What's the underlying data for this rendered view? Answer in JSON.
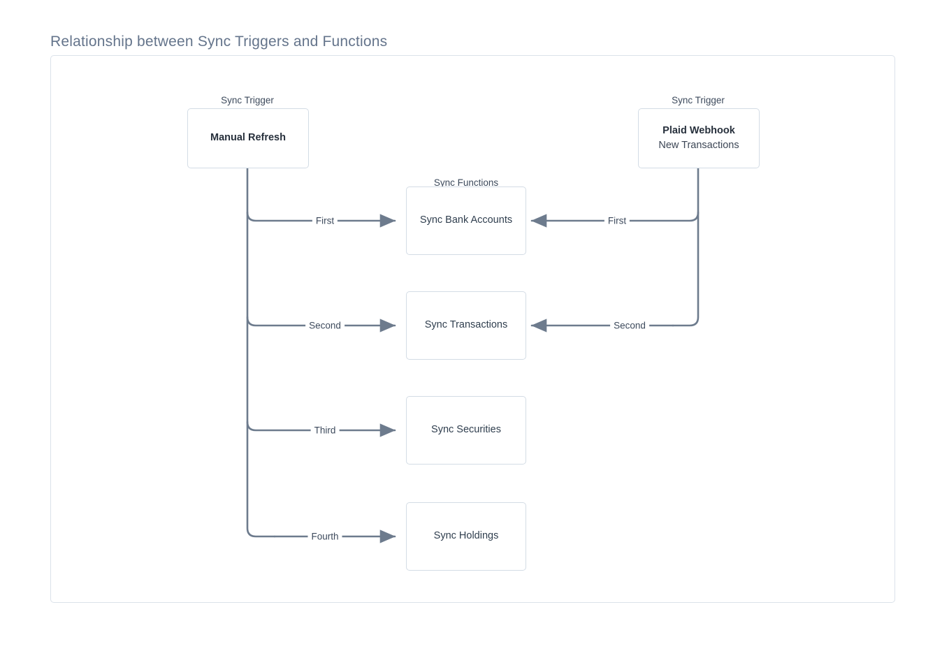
{
  "diagram": {
    "title": "Relationship between Sync Triggers and Functions",
    "colors": {
      "edge": "#6d7b8d",
      "node_border": "#d3dce5",
      "canvas_border": "#dbe2ea",
      "title_text": "#64748b",
      "node_text": "#2f3e4e",
      "background": "#ffffff"
    },
    "clusters": [
      {
        "id": "trigger-left",
        "label": "Sync Trigger"
      },
      {
        "id": "functions",
        "label": "Sync Functions"
      },
      {
        "id": "trigger-right",
        "label": "Sync Trigger"
      }
    ],
    "nodes": [
      {
        "id": "manual-refresh",
        "title": "Manual Refresh",
        "subtitle": "",
        "cluster": "trigger-left"
      },
      {
        "id": "plaid-webhook",
        "title": "Plaid Webhook",
        "subtitle": "New Transactions",
        "cluster": "trigger-right"
      },
      {
        "id": "sync-bank-accounts",
        "title": "Sync Bank Accounts",
        "subtitle": "",
        "cluster": "functions"
      },
      {
        "id": "sync-transactions",
        "title": "Sync Transactions",
        "subtitle": "",
        "cluster": "functions"
      },
      {
        "id": "sync-securities",
        "title": "Sync Securities",
        "subtitle": "",
        "cluster": "functions"
      },
      {
        "id": "sync-holdings",
        "title": "Sync Holdings",
        "subtitle": "",
        "cluster": "functions"
      }
    ],
    "edges": [
      {
        "id": "e1",
        "from": "manual-refresh",
        "to": "sync-bank-accounts",
        "label": "First",
        "direction": "left-to-right"
      },
      {
        "id": "e2",
        "from": "manual-refresh",
        "to": "sync-transactions",
        "label": "Second",
        "direction": "left-to-right"
      },
      {
        "id": "e3",
        "from": "manual-refresh",
        "to": "sync-securities",
        "label": "Third",
        "direction": "left-to-right"
      },
      {
        "id": "e4",
        "from": "manual-refresh",
        "to": "sync-holdings",
        "label": "Fourth",
        "direction": "left-to-right"
      },
      {
        "id": "e5",
        "from": "plaid-webhook",
        "to": "sync-bank-accounts",
        "label": "First",
        "direction": "right-to-left"
      },
      {
        "id": "e6",
        "from": "plaid-webhook",
        "to": "sync-transactions",
        "label": "Second",
        "direction": "right-to-left"
      }
    ]
  }
}
